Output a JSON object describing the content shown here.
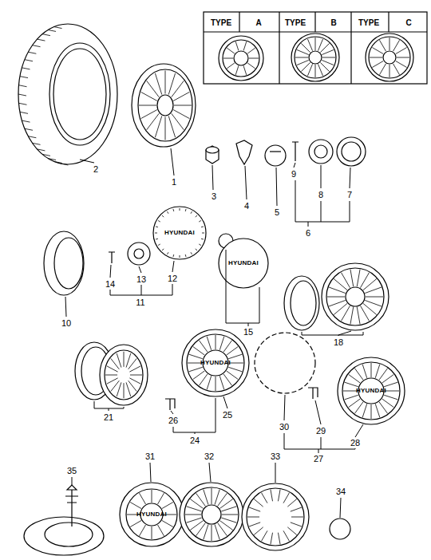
{
  "diagram": {
    "labels": [
      "TYPE",
      "A",
      "TYPE",
      "B",
      "TYPE",
      "C",
      "1",
      "2",
      "3",
      "4",
      "5",
      "6",
      "7",
      "8",
      "9",
      "10",
      "11",
      "12",
      "13",
      "14",
      "15",
      "18",
      "21",
      "24",
      "25",
      "26",
      "27",
      "28",
      "29",
      "30",
      "31",
      "32",
      "33",
      "34",
      "35",
      "HYUNDAI",
      "HYUNDAI",
      "HYUNDAI",
      "HYUNDAI",
      "HYUNDAI"
    ]
  }
}
